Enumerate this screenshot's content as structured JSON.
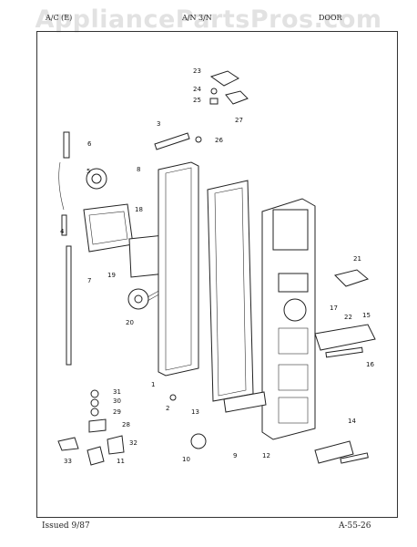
{
  "watermark": "AppliancePartsPros.com",
  "header": {
    "left": "A/C (E)",
    "middle": "A/N 3/N",
    "right": "DOOR"
  },
  "footer": {
    "issued": "Issued 9/87",
    "code": "A-55-26"
  },
  "callouts": [
    "23",
    "24",
    "25",
    "27",
    "3",
    "26",
    "6",
    "8",
    "5",
    "18",
    "4",
    "19",
    "7",
    "21",
    "17",
    "22",
    "15",
    "20",
    "16",
    "1",
    "2",
    "13",
    "31",
    "30",
    "29",
    "28",
    "14",
    "32",
    "33",
    "11",
    "10",
    "9",
    "12"
  ]
}
